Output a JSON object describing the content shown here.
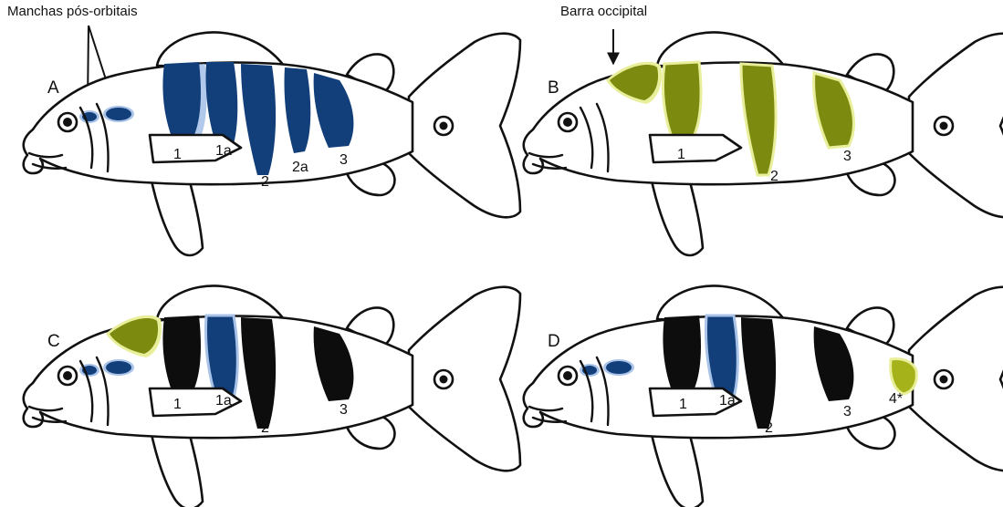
{
  "callouts": {
    "postorbital": "Manchas pós-orbitais",
    "occipital": "Barra occipital"
  },
  "colors": {
    "blue": "#123f7a",
    "blue_halo": "#a9c3e8",
    "olive": "#7c8a0f",
    "olive_halo": "#e9ee9a",
    "black": "#0d0d0d",
    "outline": "#111111"
  },
  "panels": [
    {
      "letter": "A",
      "labels": [
        "1",
        "1a",
        "2",
        "2a",
        "3"
      ]
    },
    {
      "letter": "B",
      "labels": [
        "1",
        "2",
        "3"
      ]
    },
    {
      "letter": "C",
      "labels": [
        "1",
        "1a",
        "2",
        "3"
      ]
    },
    {
      "letter": "D",
      "labels": [
        "1",
        "1a",
        "2",
        "3",
        "4*"
      ]
    }
  ]
}
